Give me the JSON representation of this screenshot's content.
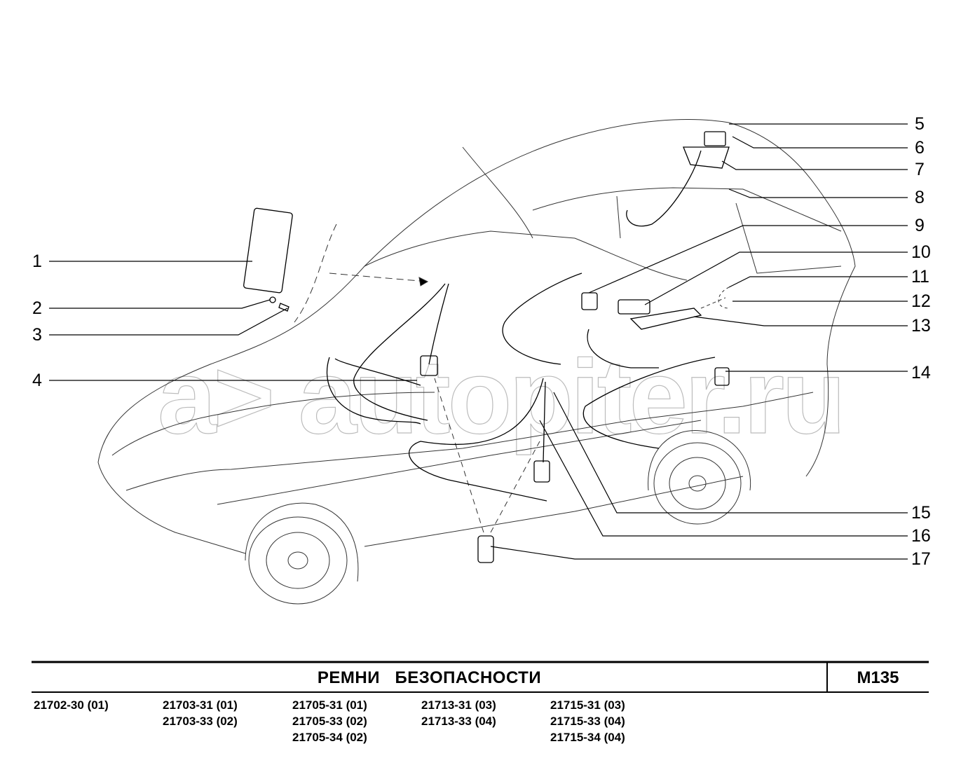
{
  "callouts": {
    "left": [
      "1",
      "2",
      "3",
      "4"
    ],
    "right": [
      "5",
      "6",
      "7",
      "8",
      "9",
      "10",
      "11",
      "12",
      "13",
      "14",
      "15",
      "16",
      "17"
    ]
  },
  "footer": {
    "title": "РЕМНИ   БЕЗОПАСНОСТИ",
    "sheet_code": "M135",
    "model_columns": [
      [
        "21702-30 (01)"
      ],
      [
        "21703-31 (01)",
        "21703-33 (02)"
      ],
      [
        "21705-31 (01)",
        "21705-33 (02)",
        "21705-34 (02)"
      ],
      [
        "21713-31 (03)",
        "21713-33 (04)"
      ],
      [
        "21715-31 (03)",
        "21715-33 (04)",
        "21715-34 (04)"
      ]
    ]
  },
  "watermark": "a> autopiter.ru"
}
